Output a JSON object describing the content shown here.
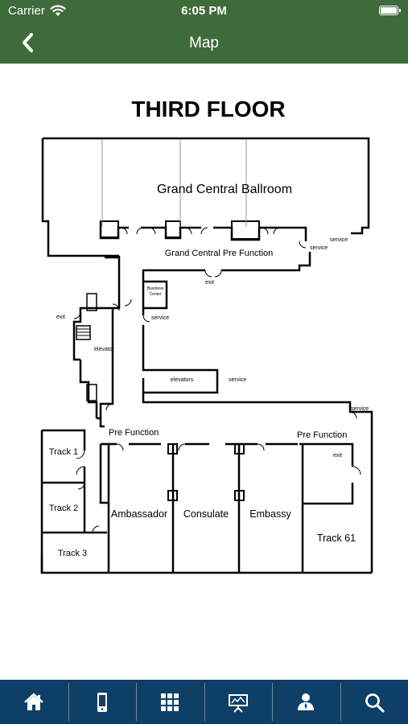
{
  "status": {
    "carrier": "Carrier",
    "time": "6:05 PM"
  },
  "nav": {
    "title": "Map",
    "back_icon": "chevron-left-icon"
  },
  "map": {
    "heading": "THIRD FLOOR",
    "rooms": {
      "grand_central_ballroom": "Grand Central Ballroom",
      "grand_central_pre_function": "Grand Central Pre Function",
      "business_center_line1": "Business",
      "business_center_line2": "Center",
      "elevator": "elevator",
      "elevators": "elevators",
      "exit_top": "exit",
      "exit_left": "exit",
      "exit_right": "exit",
      "service_top": "service",
      "service_top2": "service",
      "service_mid": "service",
      "service_elevators": "service",
      "service_right": "service",
      "pre_function_left": "Pre Function",
      "pre_function_right": "Pre Function",
      "track_1": "Track 1",
      "track_2": "Track 2",
      "track_3": "Track 3",
      "ambassador": "Ambassador",
      "consulate": "Consulate",
      "embassy": "Embassy",
      "track_61": "Track 61"
    }
  },
  "tabs": [
    {
      "name": "home",
      "icon": "home-icon"
    },
    {
      "name": "mobile",
      "icon": "mobile-device-icon"
    },
    {
      "name": "grid",
      "icon": "grid-icon"
    },
    {
      "name": "presentation",
      "icon": "presentation-board-icon"
    },
    {
      "name": "speaker",
      "icon": "person-icon"
    },
    {
      "name": "search",
      "icon": "search-icon"
    }
  ]
}
